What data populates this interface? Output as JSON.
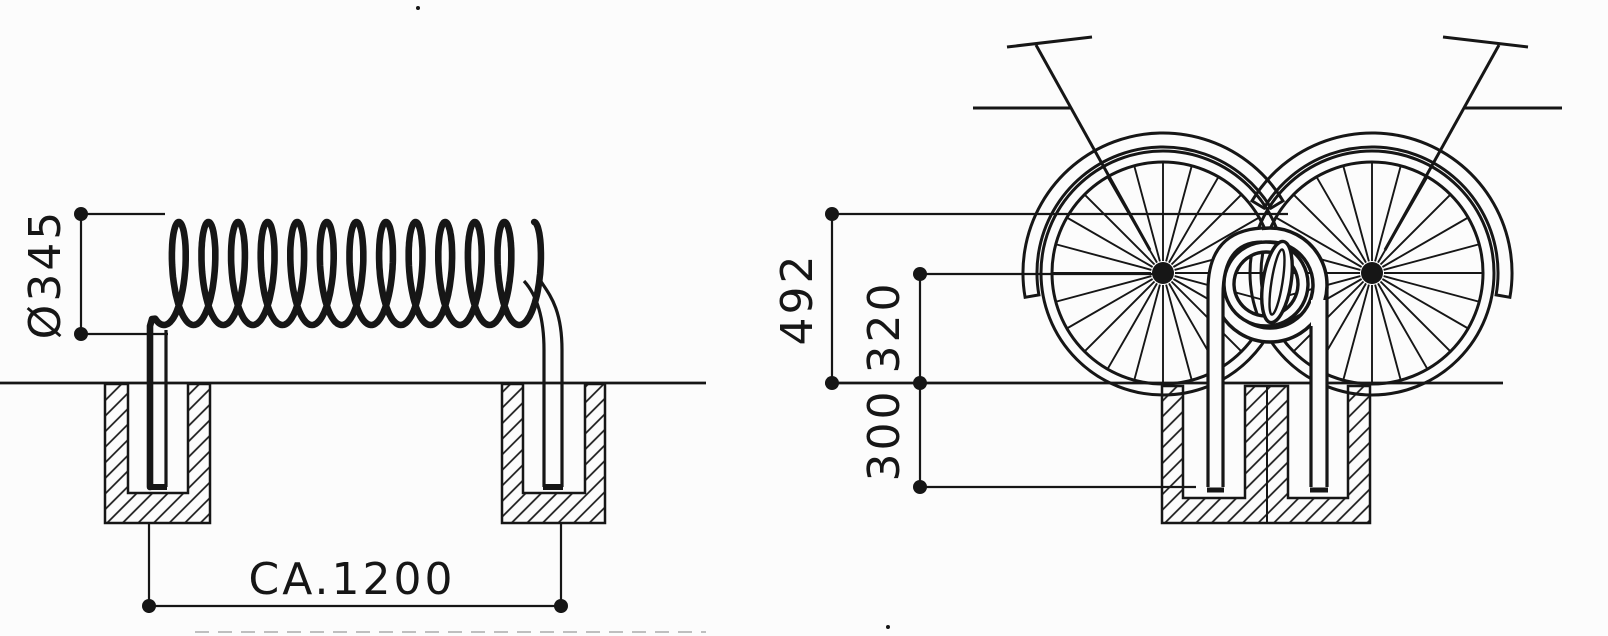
{
  "drawing": {
    "colors": {
      "line": "#161616",
      "background": "#fcfcfc"
    },
    "dimensions": {
      "coil_diameter": "Ø345",
      "overall_length": "CA.1200",
      "loop_top_height": "492",
      "axle_height": "320",
      "foundation_depth": "300"
    }
  }
}
